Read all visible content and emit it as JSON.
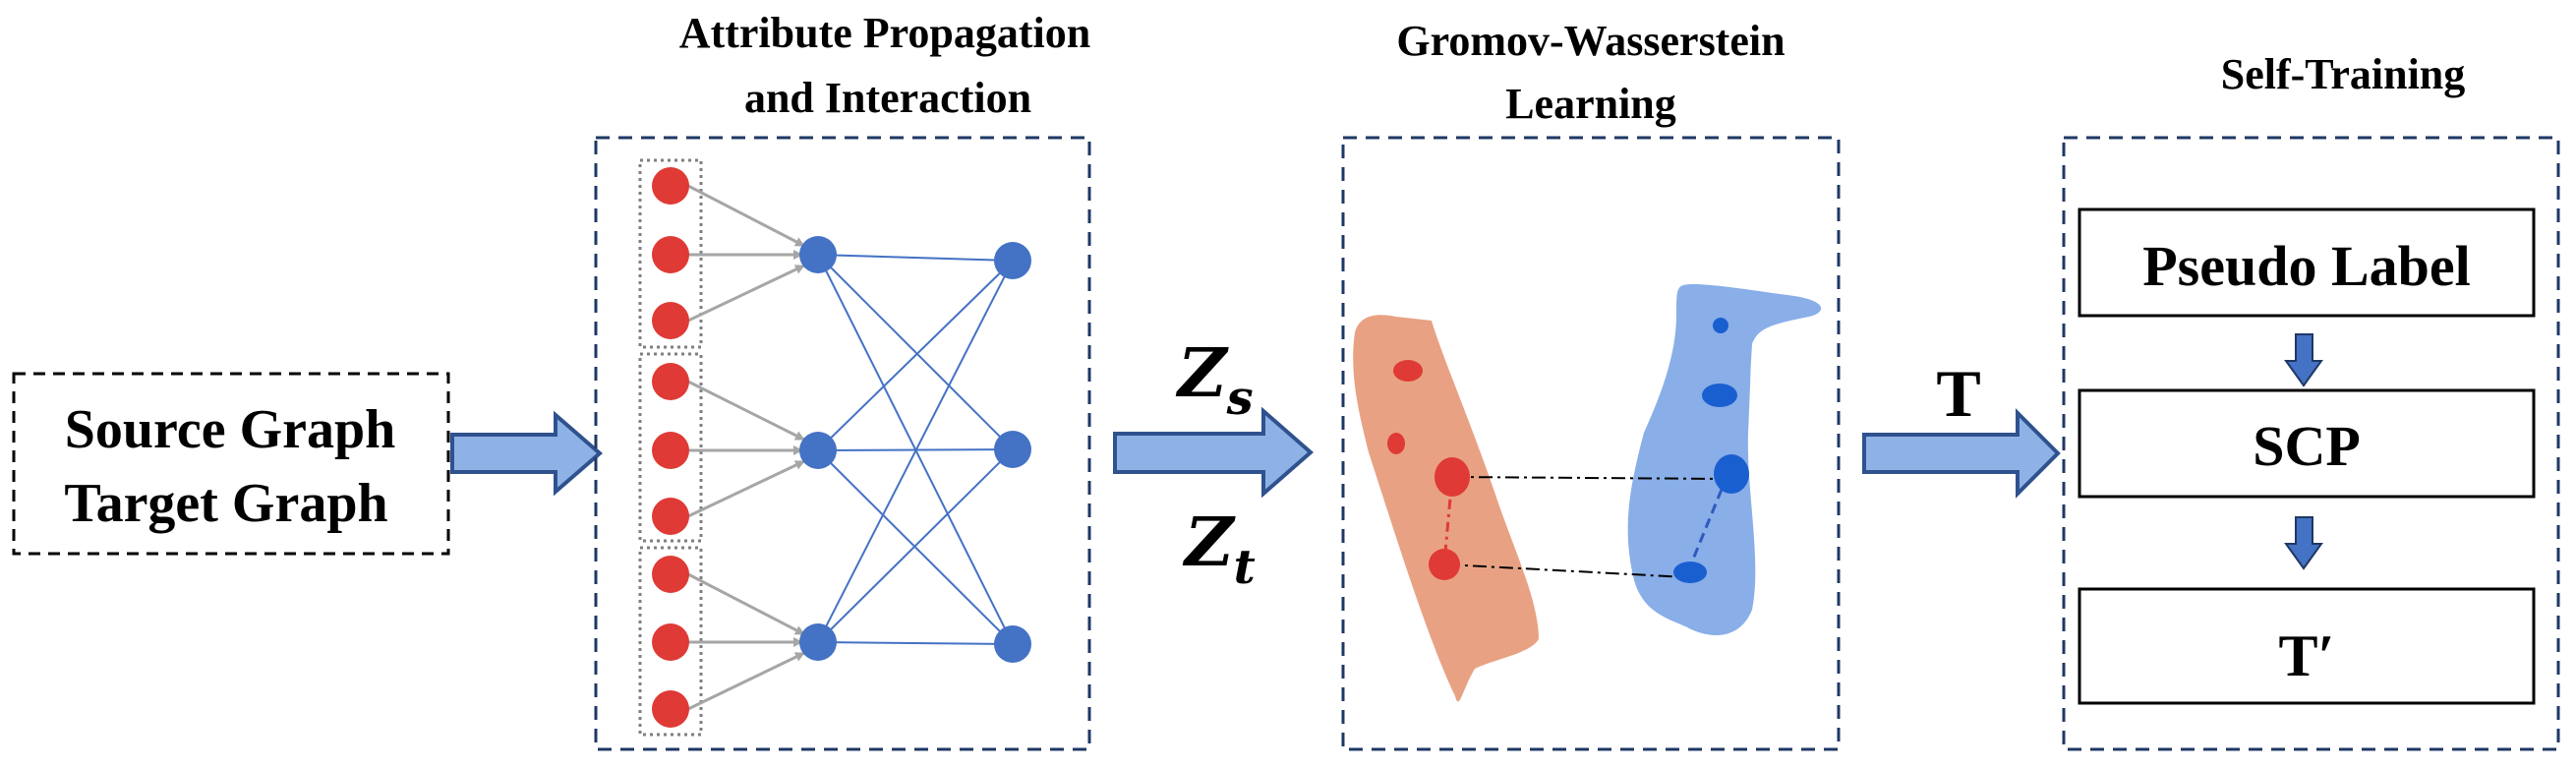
{
  "input": {
    "line1": "Source Graph",
    "line2": "Target Graph"
  },
  "attr_section": {
    "title_line1": "Attribute Propagation",
    "title_line2": "and Interaction"
  },
  "gw_section": {
    "title_line1": "Gromov-Wasserstein",
    "title_line2": "Learning"
  },
  "st_section": {
    "title": "Self-Training",
    "box1": "Pseudo Label",
    "box2": "SCP",
    "box3": "T′"
  },
  "edges": {
    "zs_base": "Z",
    "zs_sub": "s",
    "zt_base": "Z",
    "zt_sub": "t",
    "t_label": "T"
  },
  "colors": {
    "red_node": "#df3a35",
    "blue_node": "#4472c4",
    "arrow_fill": "#8fb2e6",
    "arrow_stroke": "#2f528f",
    "gray_arrow": "#a6a6a6",
    "dash_border": "#1f3864",
    "orange_blob": "#e8a283",
    "blue_blob": "#89aee8"
  }
}
